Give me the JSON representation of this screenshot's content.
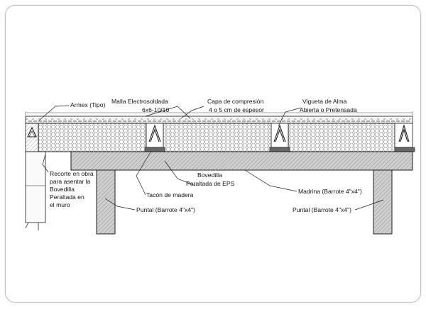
{
  "labels": {
    "armex": "Armex (Tipo)",
    "malla_line1": "Malla Electrosoldada",
    "malla_line2": "6x6-10/10",
    "capa_line1": "Capa de compresión",
    "capa_line2": "4 o 5 cm de espesor",
    "vigueta_line1": "Vigueta de Alma",
    "vigueta_line2": "Abierta o Pretensada",
    "recorte_line1": "Recorte en obra",
    "recorte_line2": "para asentar la",
    "recorte_line3": "Bovedilla",
    "recorte_line4": "Peraltada en",
    "recorte_line5": "el muro",
    "bovedilla_line1": "Bovedilla",
    "bovedilla_line2": "Peraltada de EPS",
    "tacon": "Tacón de madera",
    "madrina": "Madrina (Barrote 4\"x4\")",
    "puntal_left": "Puntal (Barrote 4\"x4\")",
    "puntal_right": "Puntal (Barrote 4\"x4\")"
  },
  "colors": {
    "line": "#1a1a1a",
    "hatch": "#8a8a8a",
    "timber_fill": "#c8c8c8",
    "frame_border": "#bdbdbd"
  }
}
